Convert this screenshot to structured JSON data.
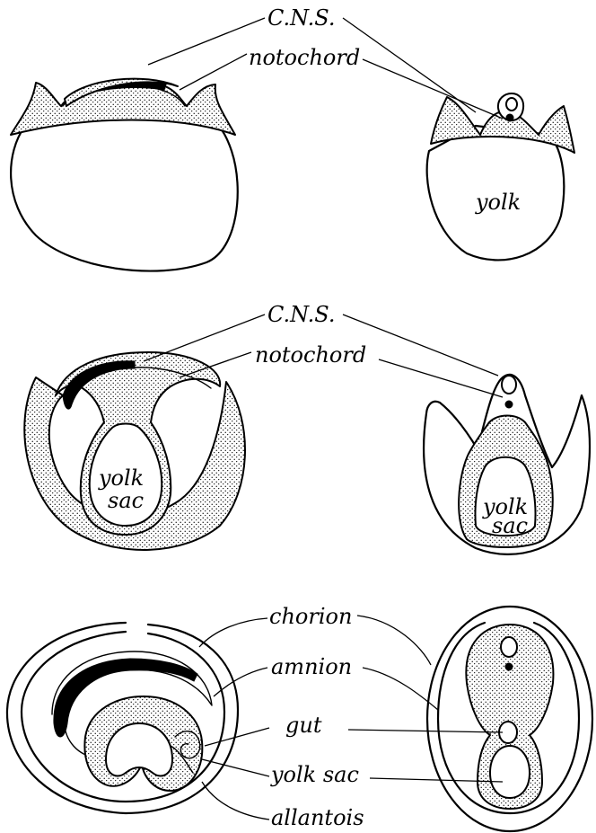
{
  "rows": [
    {
      "labels": [
        "C.N.S.",
        "notochord"
      ],
      "left": {},
      "right": {
        "inner": "yolk"
      }
    },
    {
      "labels": [
        "C.N.S.",
        "notochord"
      ],
      "left": {
        "inner_line1": "yolk",
        "inner_line2": "sac"
      },
      "right": {
        "inner_line1": "yolk",
        "inner_line2": "sac"
      }
    },
    {
      "labels": [
        "chorion",
        "amnion",
        "gut",
        "yolk sac",
        "allantois"
      ]
    }
  ]
}
